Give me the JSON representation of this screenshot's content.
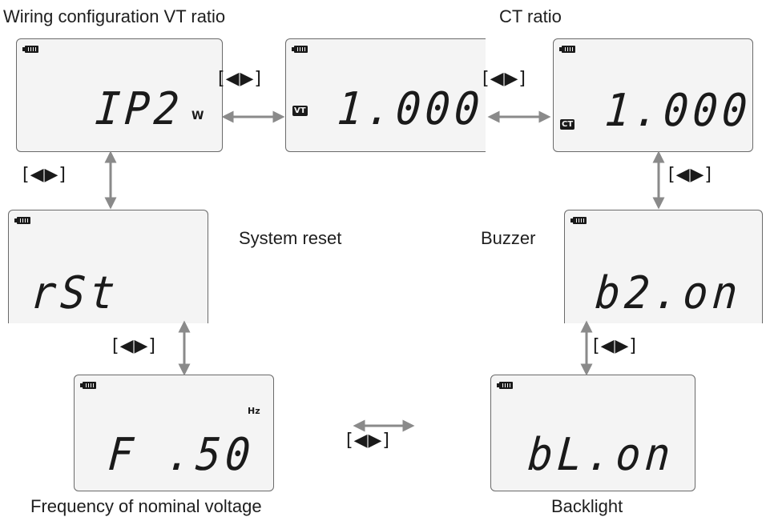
{
  "labels": {
    "wiring_vt": "Wiring configuration VT ratio",
    "ct_ratio": "CT ratio",
    "system_reset": "System reset",
    "buzzer": "Buzzer",
    "frequency": "Frequency of nominal voltage",
    "backlight": "Backlight"
  },
  "screens": {
    "wiring": {
      "value": "IP2",
      "unit": "W"
    },
    "vt": {
      "tag": "VT",
      "value": "1.000"
    },
    "ct": {
      "tag": "CT",
      "value": "1.000"
    },
    "reset": {
      "value": "rSt"
    },
    "buzzer": {
      "value": "b2.on"
    },
    "frequency": {
      "value": "F .50",
      "unit": "Hz"
    },
    "backlight": {
      "value": "bL.on"
    }
  },
  "nav_key": "[◀▶]",
  "colors": {
    "arrow": "#8a8a8a",
    "lcd_bg": "#f4f4f4",
    "segment": "#1a1a1a"
  }
}
